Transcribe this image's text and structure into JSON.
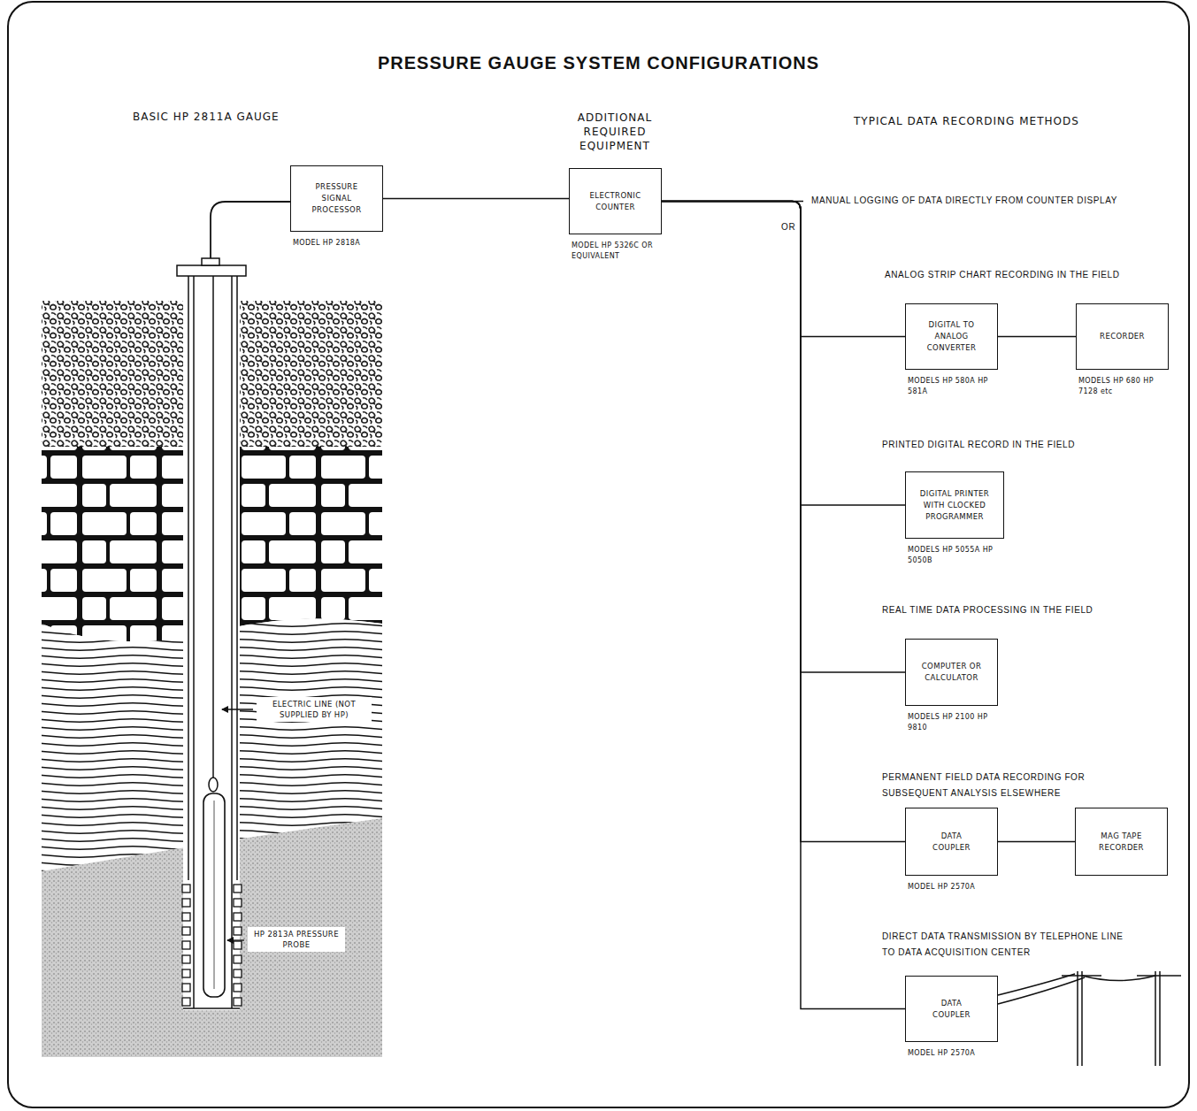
{
  "diagram": {
    "title": "PRESSURE GAUGE SYSTEM CONFIGURATIONS",
    "nodes": [
      {
        "text": [
          "PRESSURE SIGNAL PROCESSOR",
          "MODEL HP 2818A"
        ]
      },
      {
        "text": [
          "ELECTRONIC COUNTER",
          "MODEL HP 5326C OR EQUIVALENT"
        ]
      },
      {
        "text": [
          "DIGITAL TO ANALOG CONVERTER",
          "MODELS HP 580A HP 581A"
        ]
      },
      {
        "text": [
          "RECORDER",
          "MODELS HP 680 HP 7128 etc"
        ]
      },
      {
        "text": [
          "DIGITAL PRINTER WITH CLOCKED PROGRAMMER",
          "MODELS HP 5055A HP 5050B"
        ]
      },
      {
        "text": [
          "COMPUTER OR CALCULATOR",
          "MODELS HP 2100 HP 9810"
        ]
      },
      {
        "text": [
          "DATA COUPLER",
          "MODEL HP 2570A"
        ]
      },
      {
        "text": [
          "MAG TAPE RECORDER"
        ]
      },
      {
        "text": [
          "DATA COUPLER",
          "MODEL HP 2570A"
        ]
      }
    ],
    "edges": [
      {
        "from": 0,
        "to": 1,
        "arrow": "none"
      },
      {
        "from": 1,
        "to": 2,
        "arrow": "none"
      },
      {
        "from": 2,
        "to": 3,
        "arrow": "none"
      },
      {
        "from": 1,
        "to": 4,
        "arrow": "none"
      },
      {
        "from": 1,
        "to": 5,
        "arrow": "none"
      },
      {
        "from": 1,
        "to": 6,
        "arrow": "none"
      },
      {
        "from": 6,
        "to": 7,
        "arrow": "none"
      },
      {
        "from": 1,
        "to": 8,
        "arrow": "none"
      }
    ],
    "labels": [
      "BASIC HP 2811A GAUGE",
      "ADDITIONAL REQUIRED EQUIPMENT",
      "TYPICAL DATA RECORDING METHODS",
      "MANUAL LOGGING OF DATA DIRECTLY FROM COUNTER DISPLAY",
      "OR",
      "ANALOG STRIP CHART RECORDING IN THE FIELD",
      "PRINTED DIGITAL RECORD IN THE FIELD",
      "REAL TIME DATA PROCESSING IN THE FIELD",
      "PERMANENT FIELD DATA RECORDING FOR SUBSEQUENT ANALYSIS ELSEWHERE",
      "DIRECT DATA TRANSMISSION BY TELEPHONE LINE TO DATA ACQUISITION CENTER",
      "ELECTRIC LINE (NOT SUPPLIED BY HP)",
      "HP 2813A PRESSURE PROBE"
    ]
  }
}
